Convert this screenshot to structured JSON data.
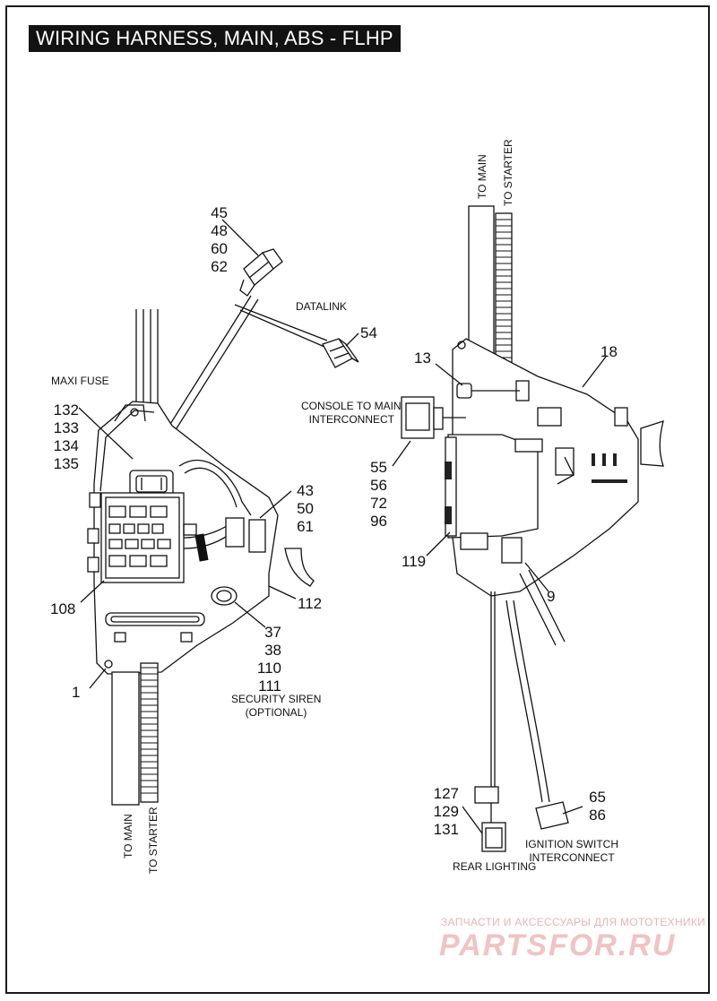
{
  "title": "WIRING HARNESS, MAIN, ABS - FLHP",
  "left": {
    "top_callouts": [
      "45",
      "48",
      "60",
      "62"
    ],
    "datalink_label": "DATALINK",
    "datalink_ref": "54",
    "maxi_fuse_label": "MAXI FUSE",
    "maxi_fuse_refs": [
      "132",
      "133",
      "134",
      "135"
    ],
    "right_refs": [
      "43",
      "50",
      "61"
    ],
    "ref_108": "108",
    "ref_112": "112",
    "siren_refs": [
      "37",
      "38",
      "110",
      "111"
    ],
    "siren_label_1": "SECURITY SIREN",
    "siren_label_2": "(OPTIONAL)",
    "ref_1": "1",
    "to_main": "TO MAIN",
    "to_starter": "TO STARTER"
  },
  "right": {
    "to_main": "TO MAIN",
    "to_starter": "TO STARTER",
    "ref_13": "13",
    "ref_18": "18",
    "console_label_1": "CONSOLE TO MAIN",
    "console_label_2": "INTERCONNECT",
    "console_refs": [
      "55",
      "56",
      "72",
      "96"
    ],
    "ref_119": "119",
    "ref_9": "9",
    "rear_refs": [
      "127",
      "129",
      "131"
    ],
    "rear_label": "REAR LIGHTING",
    "ignition_refs": [
      "65",
      "86"
    ],
    "ignition_label_1": "IGNITION SWITCH",
    "ignition_label_2": "INTERCONNECT"
  },
  "watermark": {
    "tagline": "ЗАПЧАСТИ И АКСЕССУАРЫ ДЛЯ МОТОТЕХНИКИ",
    "logo": "PARTSFOR.RU"
  }
}
